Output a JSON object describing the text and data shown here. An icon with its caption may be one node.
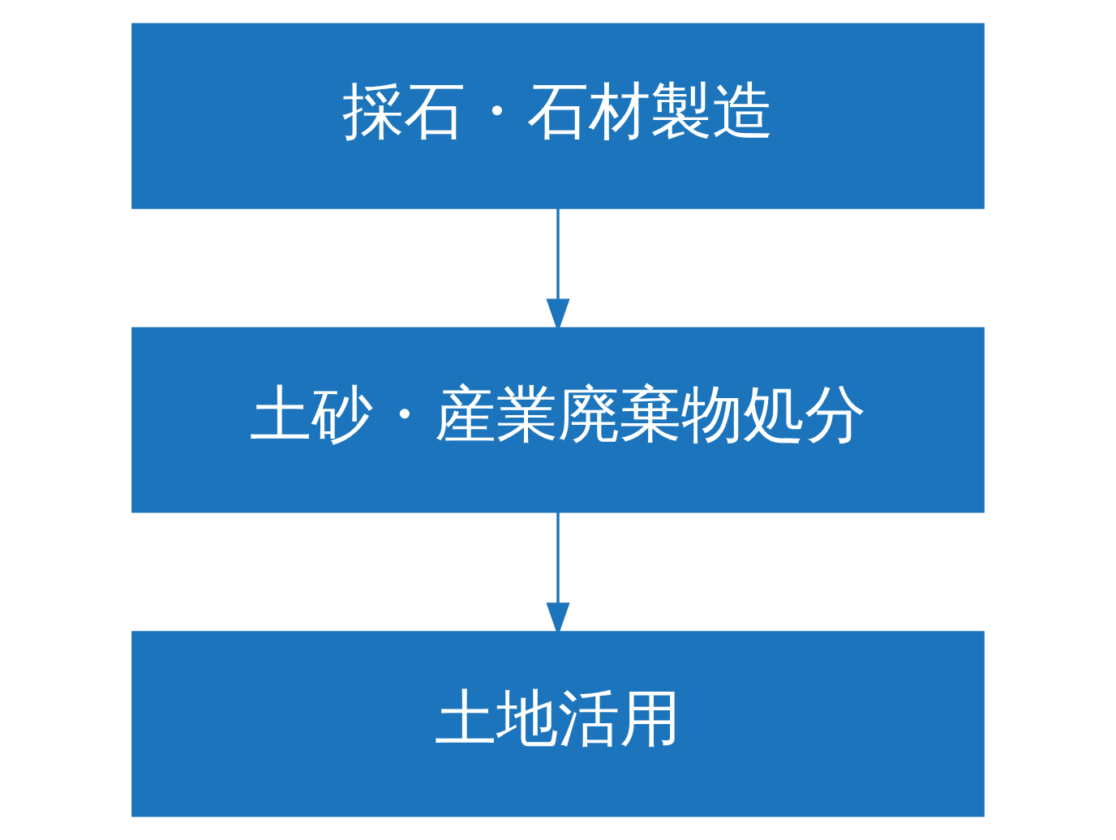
{
  "diagram": {
    "nodes": [
      {
        "text": [
          "採石・石材製造"
        ]
      },
      {
        "text": [
          "土砂・産業廃棄物処分"
        ]
      },
      {
        "text": [
          "土地活用"
        ]
      }
    ],
    "edges": [
      {
        "from": 0,
        "to": 1,
        "arrow": "to"
      },
      {
        "from": 1,
        "to": 2,
        "arrow": "to"
      }
    ]
  }
}
